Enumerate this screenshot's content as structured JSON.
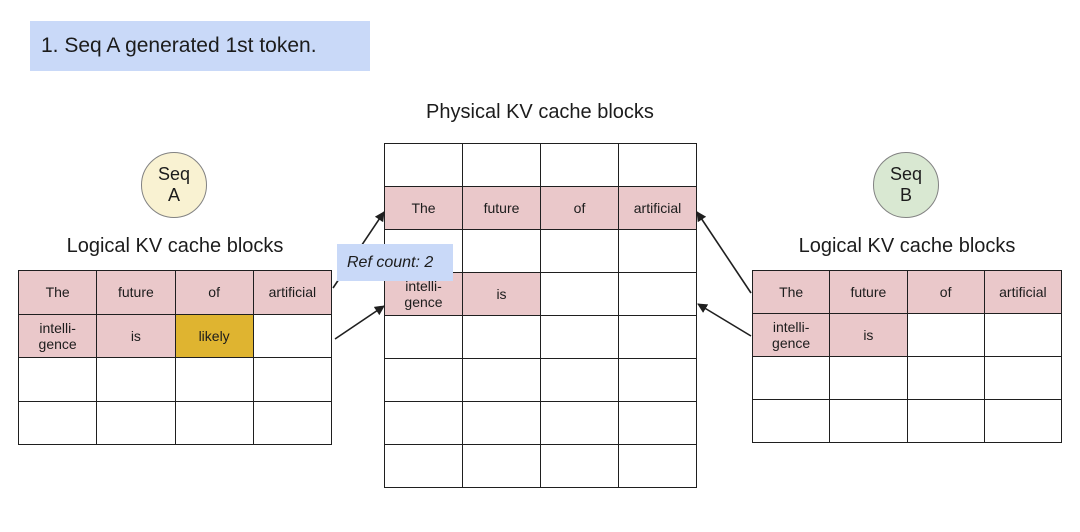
{
  "caption": {
    "text": "1. Seq A generated 1st token."
  },
  "physical": {
    "title": "Physical KV cache blocks",
    "rows": [
      [
        "",
        "",
        "",
        ""
      ],
      [
        "The",
        "future",
        "of",
        "artificial"
      ],
      [
        "",
        "",
        "",
        ""
      ],
      [
        "intelli-\ngence",
        "is",
        "",
        ""
      ],
      [
        "",
        "",
        "",
        ""
      ],
      [
        "",
        "",
        "",
        ""
      ],
      [
        "",
        "",
        "",
        ""
      ],
      [
        "",
        "",
        "",
        ""
      ]
    ]
  },
  "seq_a": {
    "badge": "Seq\nA",
    "table_title": "Logical KV cache blocks",
    "rows": [
      [
        "The",
        "future",
        "of",
        "artificial"
      ],
      [
        "intelli-\ngence",
        "is",
        "likely",
        ""
      ],
      [
        "",
        "",
        "",
        ""
      ],
      [
        "",
        "",
        "",
        ""
      ]
    ]
  },
  "seq_b": {
    "badge": "Seq\nB",
    "table_title": "Logical KV cache blocks",
    "rows": [
      [
        "The",
        "future",
        "of",
        "artificial"
      ],
      [
        "intelli-\ngence",
        "is",
        "",
        ""
      ],
      [
        "",
        "",
        "",
        ""
      ],
      [
        "",
        "",
        "",
        ""
      ]
    ]
  },
  "ref_count": {
    "text": "Ref count: 2"
  },
  "colors": {
    "highlight_blue": "#c9d9f8",
    "cell_pink": "#eac8ca",
    "cell_yellow": "#dfb430",
    "seq_a_circle": "#f9f2d2",
    "seq_b_circle": "#d9e8d2",
    "line": "#1f1f1f"
  }
}
